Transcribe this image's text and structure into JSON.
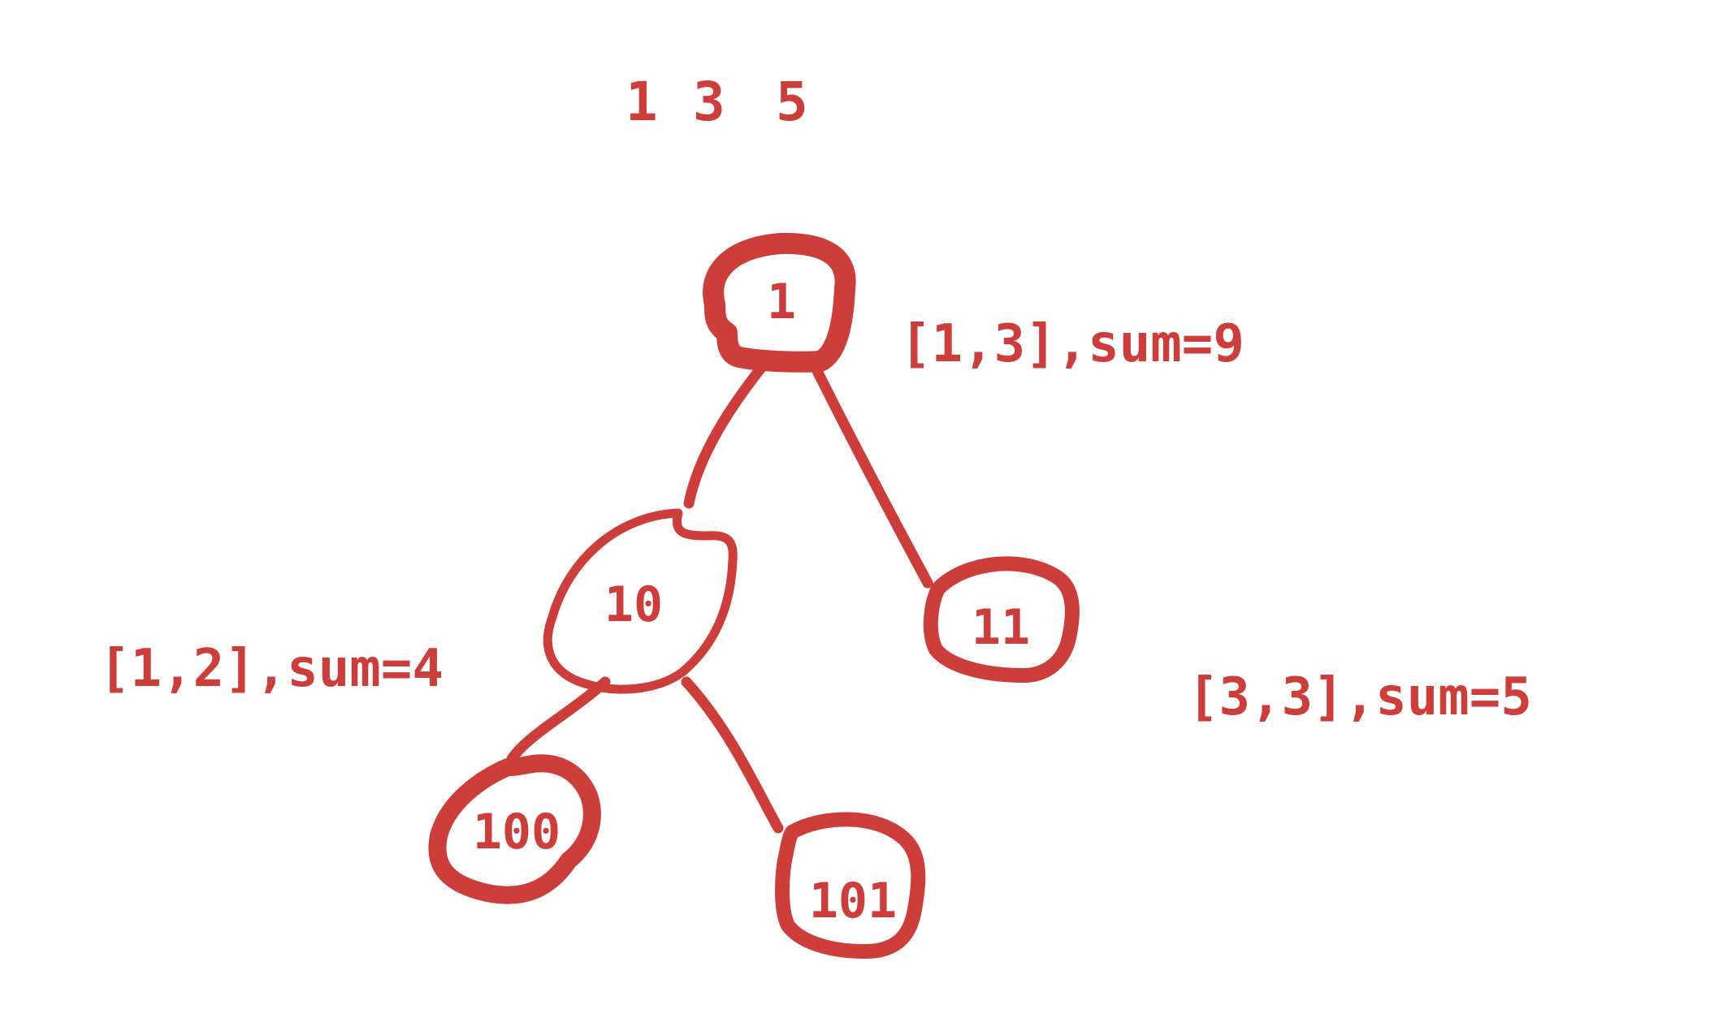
{
  "sequence": [
    "1",
    "3",
    "5"
  ],
  "nodes": [
    {
      "id": "root",
      "text": "1"
    },
    {
      "id": "left",
      "text": "10"
    },
    {
      "id": "right",
      "text": "11"
    },
    {
      "id": "left-left",
      "text": "100"
    },
    {
      "id": "left-right",
      "text": "101"
    }
  ],
  "labels": {
    "root": "[1,3],sum=9",
    "left": "[1,2],sum=4",
    "right": "[3,3],sum=5"
  },
  "colors": {
    "ink": "#cd3d3a",
    "background": "#ffffff"
  }
}
